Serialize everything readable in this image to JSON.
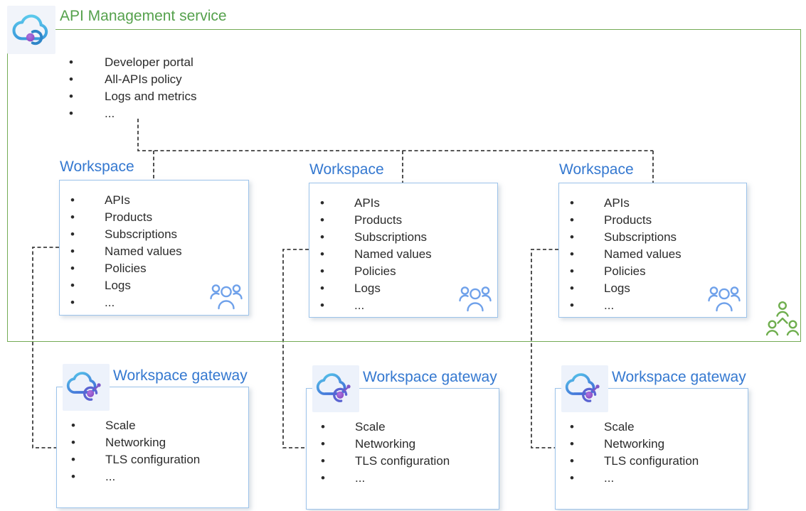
{
  "service": {
    "title": "API Management service",
    "features": [
      "Developer portal",
      "All-APIs policy",
      "Logs and metrics",
      "..."
    ]
  },
  "workspaces": [
    {
      "title": "Workspace",
      "features": [
        "APIs",
        "Products",
        "Subscriptions",
        "Named values",
        "Policies",
        "Logs",
        "..."
      ]
    },
    {
      "title": "Workspace",
      "features": [
        "APIs",
        "Products",
        "Subscriptions",
        "Named values",
        "Policies",
        "Logs",
        "..."
      ]
    },
    {
      "title": "Workspace",
      "features": [
        "APIs",
        "Products",
        "Subscriptions",
        "Named values",
        "Policies",
        "Logs",
        "..."
      ]
    }
  ],
  "gateways": [
    {
      "title": "Workspace gateway",
      "features": [
        "Scale",
        "Networking",
        "TLS configuration",
        "..."
      ]
    },
    {
      "title": "Workspace gateway",
      "features": [
        "Scale",
        "Networking",
        "TLS configuration",
        "..."
      ]
    },
    {
      "title": "Workspace gateway",
      "features": [
        "Scale",
        "Networking",
        "TLS configuration",
        "..."
      ]
    }
  ],
  "icons": {
    "service": "api-management-cloud-icon",
    "gateway": "gateway-cloud-icon",
    "workspace_members": "people-group-icon",
    "organization": "org-hierarchy-people-icon"
  },
  "colors": {
    "green_accent": "#74AB55",
    "green_title": "#55A14C",
    "blue_title": "#3478D0",
    "box_border_blue": "#9CC3EA",
    "connector": "#3E3E3E",
    "people_blue": "#6FA1EA",
    "people_green": "#6FAE4E",
    "text": "#2B2B2B"
  }
}
